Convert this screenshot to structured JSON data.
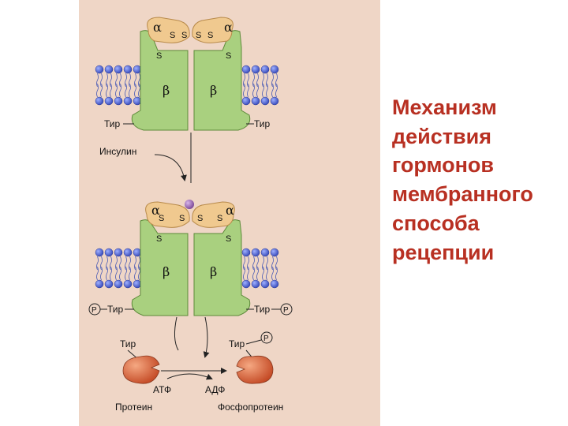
{
  "title_lines": [
    "Механизм",
    "действия",
    "гормонов",
    "мембранного",
    "способа",
    "рецепции"
  ],
  "diagram": {
    "alpha": "α",
    "beta": "β",
    "s": "S",
    "tyr": "Тир",
    "insulin": "Инсулин",
    "phosphate": "P",
    "atp": "АТФ",
    "adp": "АДФ",
    "protein": "Протеин",
    "phosphoprotein": "Фосфопротеин"
  },
  "colors": {
    "title": "#b83022",
    "background": "#efd6c6",
    "beta_subunit": "#a9d07f",
    "alpha_subunit": "#f0c98f",
    "membrane_head": "#5a6fd0",
    "protein": "#dc6a43",
    "insulin": "#9a6ab3"
  }
}
